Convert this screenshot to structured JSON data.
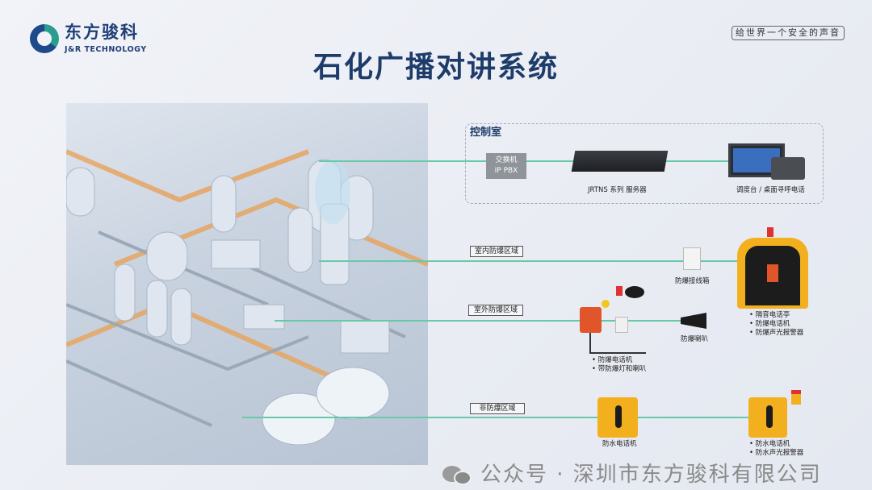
{
  "header": {
    "brand_cn": "东方骏科",
    "brand_en": "J&R TECHNOLOGY",
    "slogan": "给世界一个安全的声音",
    "title": "石化广播对讲系统"
  },
  "control_room": {
    "title": "控制室",
    "pbx_line1": "交换机",
    "pbx_line2": "IP PBX",
    "server_label": "JRTNS 系列 服务器",
    "console_label": "调度台 / 桌面寻呼电话"
  },
  "zones": {
    "indoor": {
      "label": "室内防爆区域",
      "junction_label": "防爆接线箱",
      "booth_items": [
        "隔音电话亭",
        "防爆电话机",
        "防爆声光报警器"
      ]
    },
    "outdoor": {
      "label": "室外防爆区域",
      "phone_items": [
        "防爆电话机",
        "带防爆灯和喇叭"
      ],
      "horn_label": "防爆喇叭"
    },
    "non_ex": {
      "label": "非防爆区域",
      "phone_label": "防水电话机",
      "phone2_items": [
        "防水电话机",
        "防水声光报警器"
      ]
    }
  },
  "watermark": "公众号 · 深圳市东方骏科有限公司",
  "colors": {
    "accent": "#1e3c6a",
    "line": "#67c9a8",
    "phone_yellow": "#f2b01e",
    "phone_orange": "#e0552a"
  }
}
